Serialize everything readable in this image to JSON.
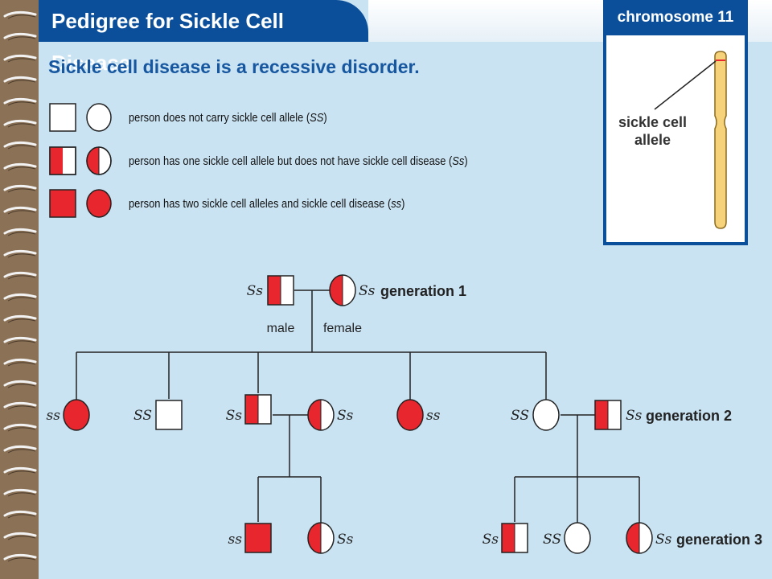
{
  "title": "Pedigree for Sickle Cell Disease",
  "subtitle": "Sickle cell disease is a recessive disorder.",
  "legend": [
    {
      "text_before": "person does not carry sickle cell allele (",
      "genotype": "SS",
      "text_after": ")"
    },
    {
      "text_before": "person has one sickle cell allele but does not have sickle cell disease (",
      "genotype": "Ss",
      "text_after": ")"
    },
    {
      "text_before": "person has two sickle cell alleles and sickle cell disease (",
      "genotype": "ss",
      "text_after": ")"
    }
  ],
  "chromosome": {
    "header": "chromosome 11",
    "label_line1": "sickle cell",
    "label_line2": "allele"
  },
  "colors": {
    "affected": "#e8262d",
    "unaffected": "#ffffff",
    "header_blue": "#0b4f9a",
    "background": "#c9e3f3",
    "chromosome": "#f6d27a"
  },
  "pedigree": {
    "generation_labels": [
      "generation 1",
      "generation 2",
      "generation 3"
    ],
    "sex_labels": {
      "male": "male",
      "female": "female"
    },
    "individuals": [
      {
        "id": "g1-father",
        "sex": "male",
        "genotype": "Ss",
        "status": "carrier"
      },
      {
        "id": "g1-mother",
        "sex": "female",
        "genotype": "Ss",
        "status": "carrier"
      },
      {
        "id": "g2-daughter-1",
        "sex": "female",
        "genotype": "ss",
        "status": "affected"
      },
      {
        "id": "g2-son-1",
        "sex": "male",
        "genotype": "SS",
        "status": "unaffected"
      },
      {
        "id": "g2-son-2",
        "sex": "male",
        "genotype": "Ss",
        "status": "carrier"
      },
      {
        "id": "g2-son-2-spouse",
        "sex": "female",
        "genotype": "Ss",
        "status": "carrier"
      },
      {
        "id": "g2-daughter-2",
        "sex": "female",
        "genotype": "ss",
        "status": "affected"
      },
      {
        "id": "g2-daughter-3",
        "sex": "female",
        "genotype": "SS",
        "status": "unaffected"
      },
      {
        "id": "g2-daughter-3-spouse",
        "sex": "male",
        "genotype": "Ss",
        "status": "carrier"
      },
      {
        "id": "g3-a-son",
        "sex": "male",
        "genotype": "ss",
        "status": "affected"
      },
      {
        "id": "g3-a-daughter",
        "sex": "female",
        "genotype": "Ss",
        "status": "carrier"
      },
      {
        "id": "g3-b-son",
        "sex": "male",
        "genotype": "Ss",
        "status": "carrier"
      },
      {
        "id": "g3-b-daughter-1",
        "sex": "female",
        "genotype": "SS",
        "status": "unaffected"
      },
      {
        "id": "g3-b-daughter-2",
        "sex": "female",
        "genotype": "Ss",
        "status": "carrier"
      }
    ]
  }
}
